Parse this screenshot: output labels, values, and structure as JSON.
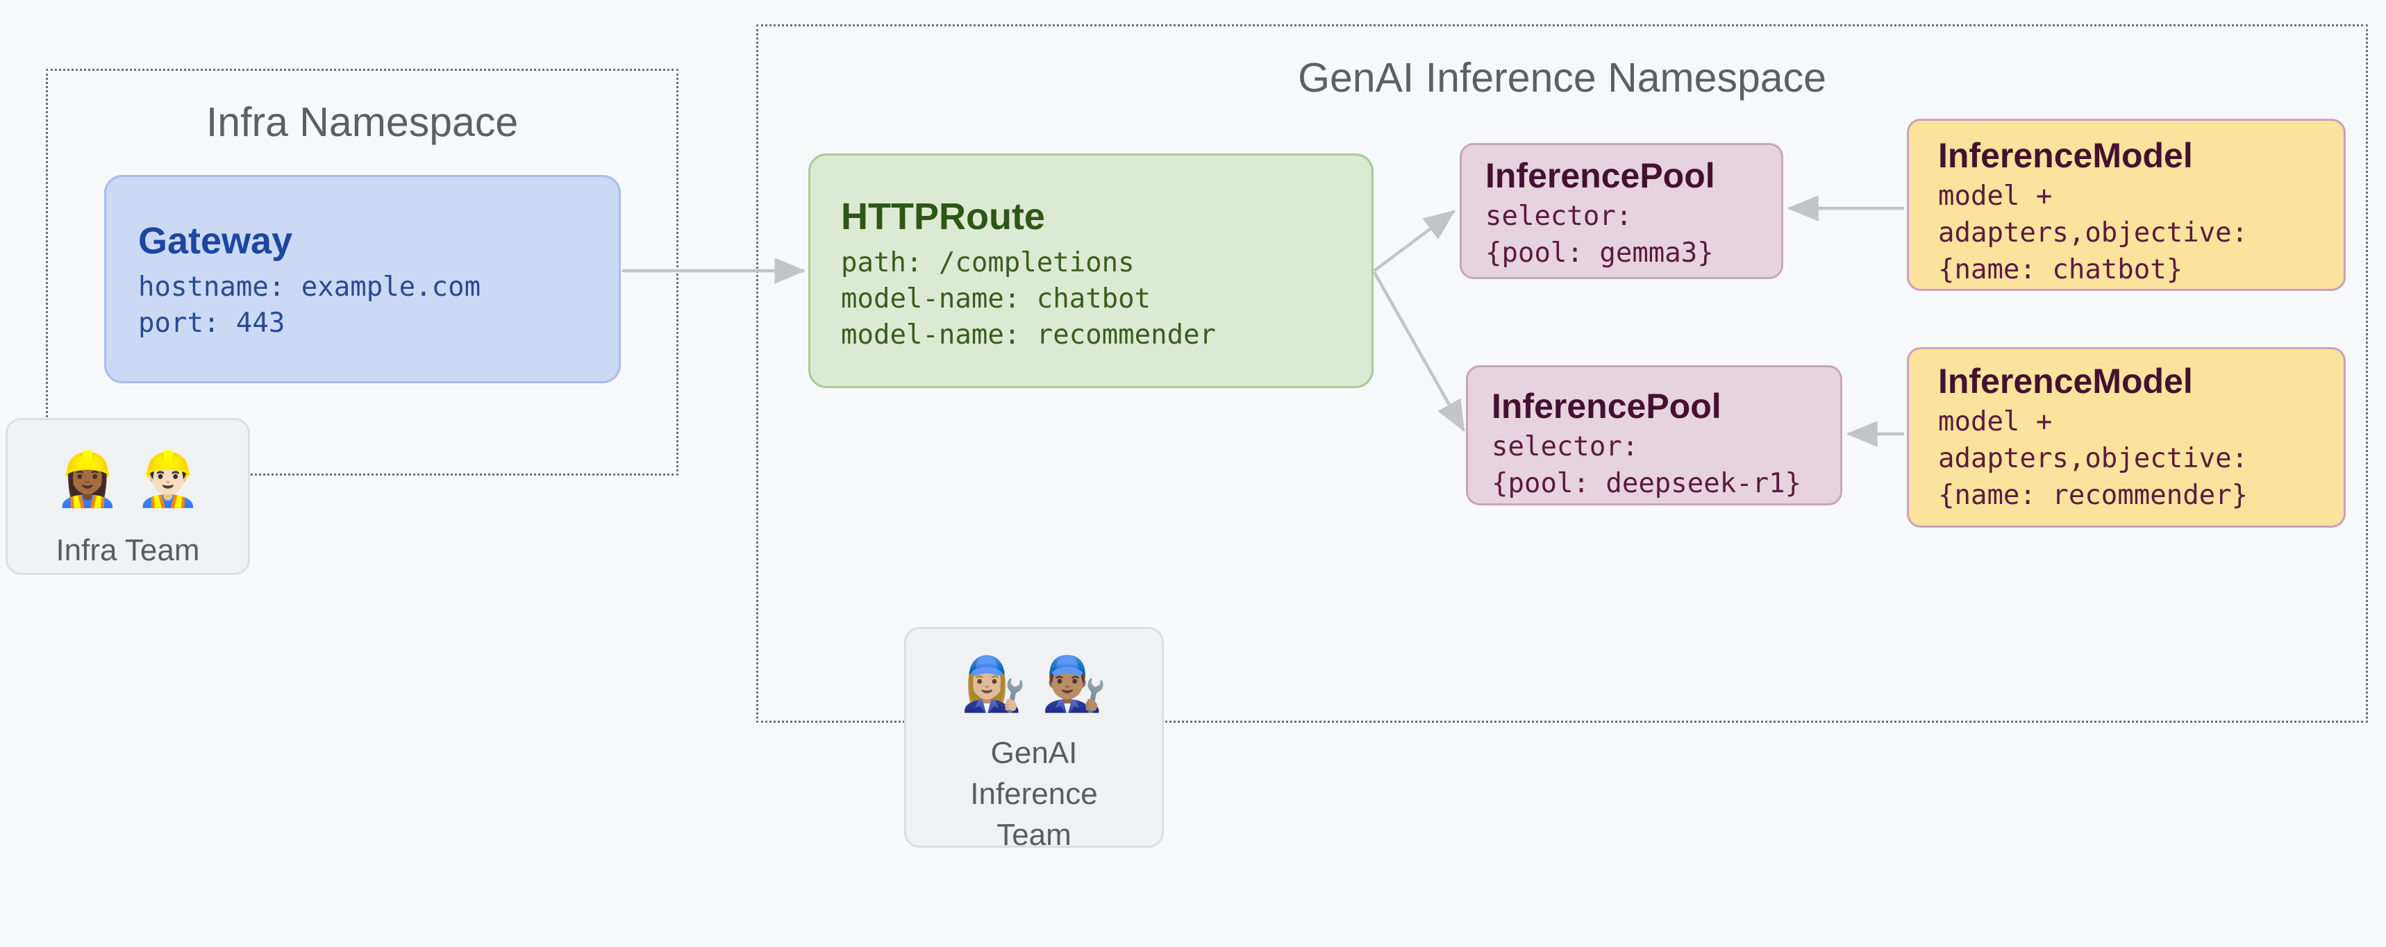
{
  "colors": {
    "background": "#f7f8fa",
    "namespace_border": "#6b6f73",
    "namespace_title_text": "#5c6064",
    "gateway_fill": "#cbd9f4",
    "gateway_border": "#a5beec",
    "gateway_title_text": "#1c469f",
    "httproute_fill": "#dcead3",
    "httproute_border": "#aac99a",
    "httproute_title_text": "#2e5616",
    "inference_pool_fill": "#e6d3dd",
    "inference_pool_border": "#c7a6b9",
    "inference_model_fill": "#fbe29d",
    "inference_model_border": "#c9a3b8",
    "pool_model_title_text": "#451130",
    "team_box_fill": "#f0f1f2",
    "team_box_border": "#dcdee1",
    "team_label_text": "#595d62",
    "arrow": "#c1c4c9"
  },
  "namespaces": {
    "infra": {
      "title": "Infra Namespace"
    },
    "genai": {
      "title": "GenAI Inference Namespace"
    }
  },
  "nodes": {
    "gateway": {
      "title": "Gateway",
      "lines": [
        "hostname: example.com",
        "port: 443"
      ]
    },
    "httproute": {
      "title": "HTTPRoute",
      "lines": [
        "path: /completions",
        "model-name: chatbot",
        "model-name: recommender"
      ]
    },
    "pool_gemma3": {
      "title": "InferencePool",
      "lines": [
        "selector:",
        "{pool: gemma3}"
      ]
    },
    "pool_deepseek": {
      "title": "InferencePool",
      "lines": [
        "selector:",
        "{pool: deepseek-r1}"
      ]
    },
    "model_chatbot": {
      "title": "InferenceModel",
      "lines": [
        "model +",
        "adapters,objective:",
        "{name: chatbot}"
      ]
    },
    "model_recommender": {
      "title": "InferenceModel",
      "lines": [
        "model +",
        "adapters,objective:",
        "{name: recommender}"
      ]
    }
  },
  "teams": {
    "infra": {
      "emojis": "👷🏾‍♀️ 👷🏻‍♂️",
      "label": "Infra Team"
    },
    "genai": {
      "emojis": "👩🏼‍🔧 👨🏽‍🔧",
      "label_lines": [
        "GenAI",
        "Inference",
        "Team"
      ]
    }
  },
  "edges": [
    {
      "from": "gateway",
      "to": "httproute"
    },
    {
      "from": "httproute",
      "to": "pool_gemma3"
    },
    {
      "from": "httproute",
      "to": "pool_deepseek"
    },
    {
      "from": "model_chatbot",
      "to": "pool_gemma3"
    },
    {
      "from": "model_recommender",
      "to": "pool_deepseek"
    }
  ]
}
